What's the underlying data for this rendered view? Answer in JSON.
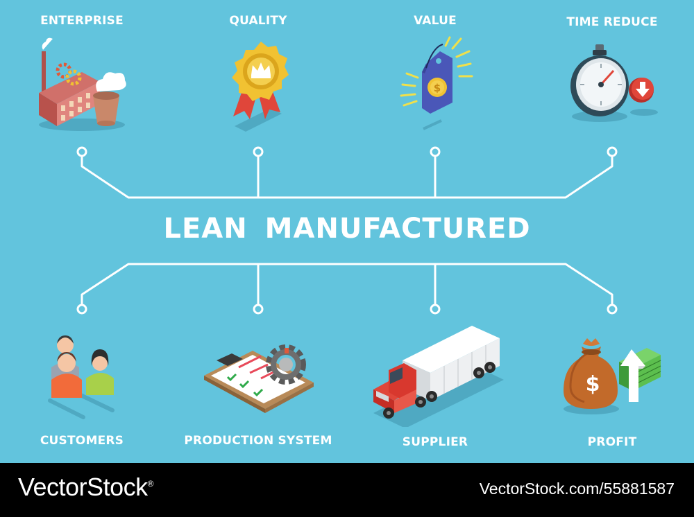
{
  "title": "LEAN  MANUFACTURED",
  "top_items": [
    {
      "label": "ENTERPRISE",
      "icon": "factory-icon"
    },
    {
      "label": "QUALITY",
      "icon": "award-badge-icon"
    },
    {
      "label": "VALUE",
      "icon": "price-tag-icon"
    },
    {
      "label": "TIME REDUCE",
      "icon": "stopwatch-icon"
    }
  ],
  "bottom_items": [
    {
      "label": "CUSTOMERS",
      "icon": "people-icon"
    },
    {
      "label": "PRODUCTION SYSTEM",
      "icon": "clipboard-gear-icon"
    },
    {
      "label": "SUPPLIER",
      "icon": "truck-icon"
    },
    {
      "label": "PROFIT",
      "icon": "money-bag-icon"
    }
  ],
  "footer": {
    "brand": "VectorStock",
    "brand_suffix": "®",
    "image_id": "VectorStock.com/55881587"
  },
  "colors": {
    "background": "#62c4dd",
    "line": "#ffffff",
    "text": "#ffffff",
    "footer": "#000000"
  }
}
